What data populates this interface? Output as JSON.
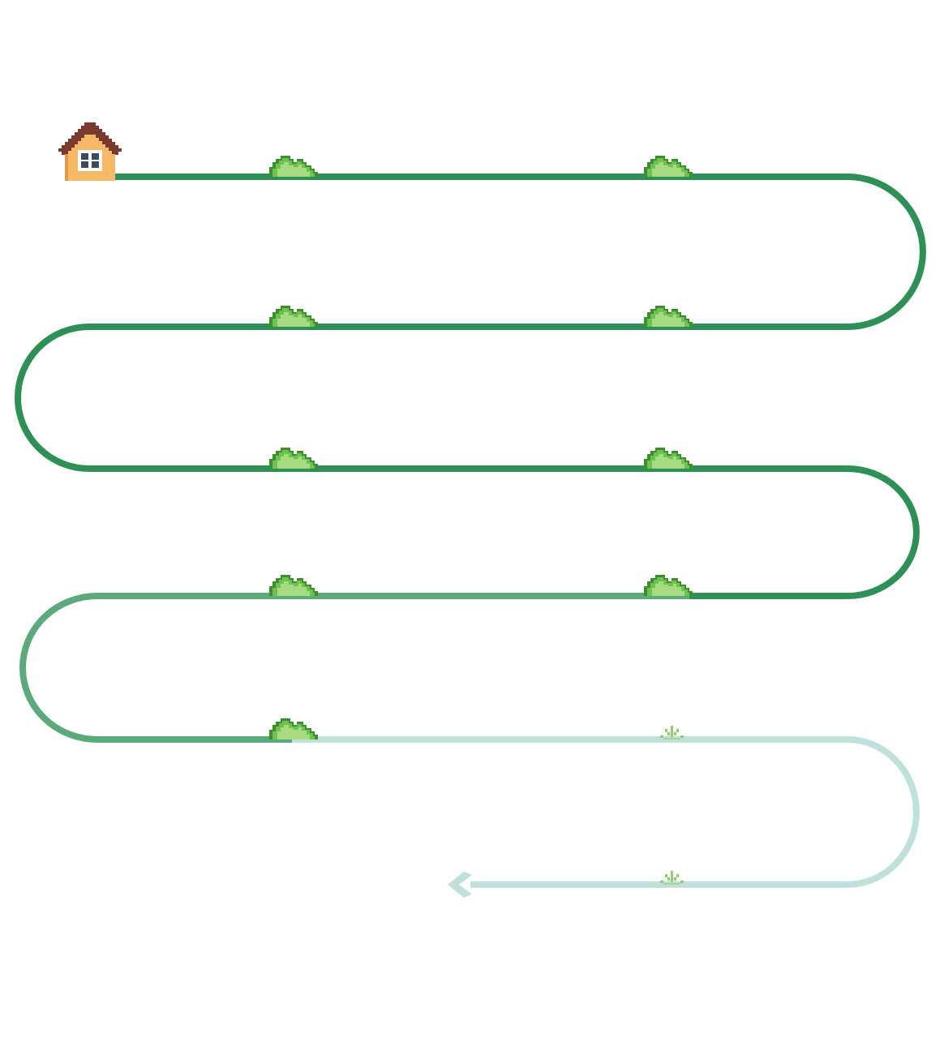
{
  "colors": {
    "path_done": "#2e8f57",
    "path_current": "#5ca97b",
    "path_locked": "#bfe0db",
    "bush_dark": "#3b8f2e",
    "bush_mid": "#6fc24f",
    "bush_light": "#a6db82",
    "sprout": "#8fcf6b",
    "house_roof": "#7a3b2e",
    "house_wall": "#f6b965",
    "house_wall_shade": "#e29a45",
    "house_window": "#3b4a63"
  },
  "icons": {
    "home": "house-icon",
    "completed_stage": "bush-icon",
    "locked_stage": "sprout-icon",
    "end": "arrow-left-icon"
  },
  "progress": {
    "rows": [
      {
        "row": 1,
        "status": "done",
        "stages": [
          "completed",
          "completed"
        ]
      },
      {
        "row": 2,
        "status": "done",
        "stages": [
          "completed",
          "completed"
        ]
      },
      {
        "row": 3,
        "status": "done",
        "stages": [
          "completed",
          "completed"
        ]
      },
      {
        "row": 4,
        "status": "current",
        "stages": [
          "completed",
          "completed"
        ]
      },
      {
        "row": 5,
        "status": "partial",
        "stages": [
          "completed",
          "locked"
        ]
      },
      {
        "row": 6,
        "status": "locked",
        "stages": [
          "locked"
        ]
      }
    ]
  }
}
